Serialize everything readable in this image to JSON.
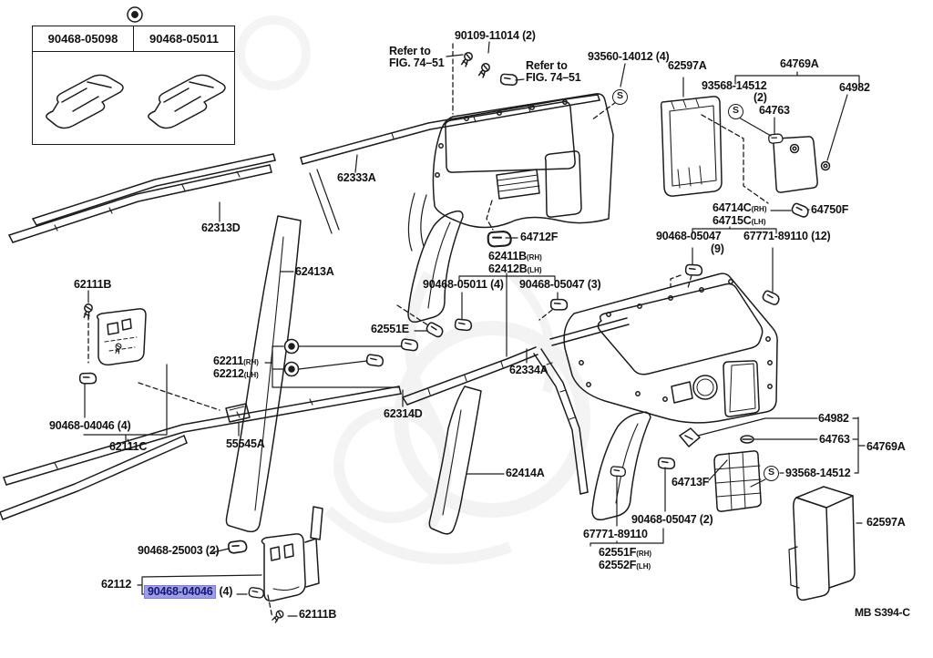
{
  "doc": {
    "figure_code": "MB S394-C",
    "highlight_bg": "#9e9ee2",
    "highlight_border": "#7f7fce",
    "line_color": "#1c1c1c"
  },
  "table": {
    "col1": "90468-05098",
    "col2": "90468-05011"
  },
  "labels": {
    "s": "S",
    "refer1_l1": "Refer to",
    "refer1_l2": "FIG. 74–51",
    "p90109": "90109-11014 (2)",
    "refer2_l1": "Refer to",
    "refer2_l2": "FIG. 74–51",
    "p93560": "93560-14012 (4)",
    "p62597a_top": "62597A",
    "p64769a_top": "64769A",
    "p93568_top": "93568-14512",
    "p93568_top_qty": "(2)",
    "p64763_top": "64763",
    "p64982_top": "64982",
    "p62333a": "62333A",
    "p62313d": "62313D",
    "p64714c": "64714C",
    "p64714c_sfx": "(RH)",
    "p64715c": "64715C",
    "p64715c_sfx": "(LH)",
    "p64750f": "64750F",
    "p90468_05047_a": "90468-05047",
    "p90468_05047_a_qty": "(9)",
    "p67771_a": "67771-89110 (12)",
    "p62413a": "62413A",
    "p64712f": "64712F",
    "p62411b": "62411B",
    "p62411b_sfx": "(RH)",
    "p62412b": "62412B",
    "p62412b_sfx": "(LH)",
    "p62111b_top": "62111B",
    "p90468_05011": "90468-05011 (4)",
    "p90468_05047_b": "90468-05047 (3)",
    "p62551e": "62551E",
    "p62211": "62211",
    "p62211_sfx": "(RH)",
    "p62212": "62212",
    "p62212_sfx": "(LH)",
    "p62334a": "62334A",
    "p62314d": "62314D",
    "p90468_04046_a": "90468-04046 (4)",
    "p62111c": "62111C",
    "p55545a": "55545A",
    "p62414a": "62414A",
    "p64982_bot": "64982",
    "p64763_bot": "64763",
    "p64769a_bot": "64769A",
    "p93568_bot": "93568-14512",
    "p64713f": "64713F",
    "p90468_05047_c": "90468-05047 (2)",
    "p67771_b": "67771-89110",
    "p62551f": "62551F",
    "p62551f_sfx": "(RH)",
    "p62552f": "62552F",
    "p62552f_sfx": "(LH)",
    "p62597a_bot": "62597A",
    "p90468_25003": "90468-25003 (2)",
    "p62112": "62112",
    "p90468_04046_hl": "90468-04046",
    "p90468_04046_hl_qty": "(4)",
    "p62111b_bot": "62111B",
    "code": "MB S394-C"
  }
}
